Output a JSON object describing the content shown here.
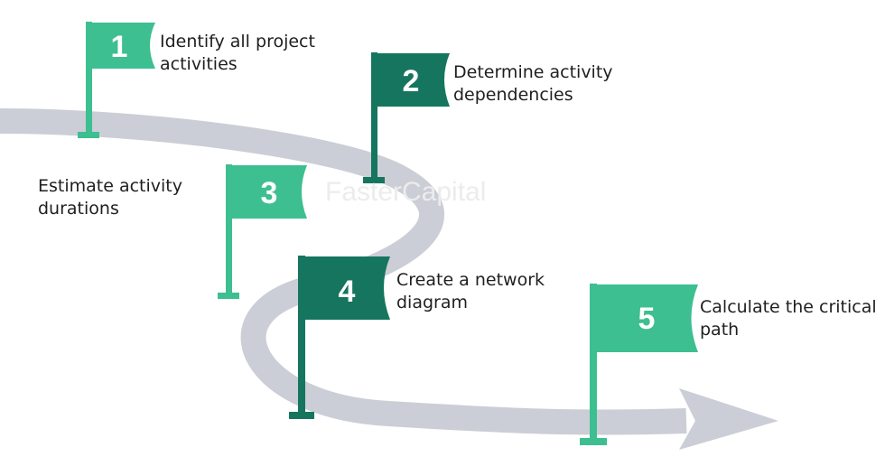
{
  "watermark": "FasterCapital",
  "colors": {
    "road": "#cbced6",
    "flag_light": "#3dbf91",
    "flag_dark": "#16755e",
    "text": "#1f1f1f"
  },
  "steps": [
    {
      "number": "1",
      "line1": "Identify all project",
      "line2": "activities"
    },
    {
      "number": "2",
      "line1": "Determine activity",
      "line2": "dependencies"
    },
    {
      "number": "3",
      "line1": "Estimate activity",
      "line2": "durations"
    },
    {
      "number": "4",
      "line1": "Create a network",
      "line2": "diagram"
    },
    {
      "number": "5",
      "line1": "Calculate the critical",
      "line2": "path"
    }
  ]
}
